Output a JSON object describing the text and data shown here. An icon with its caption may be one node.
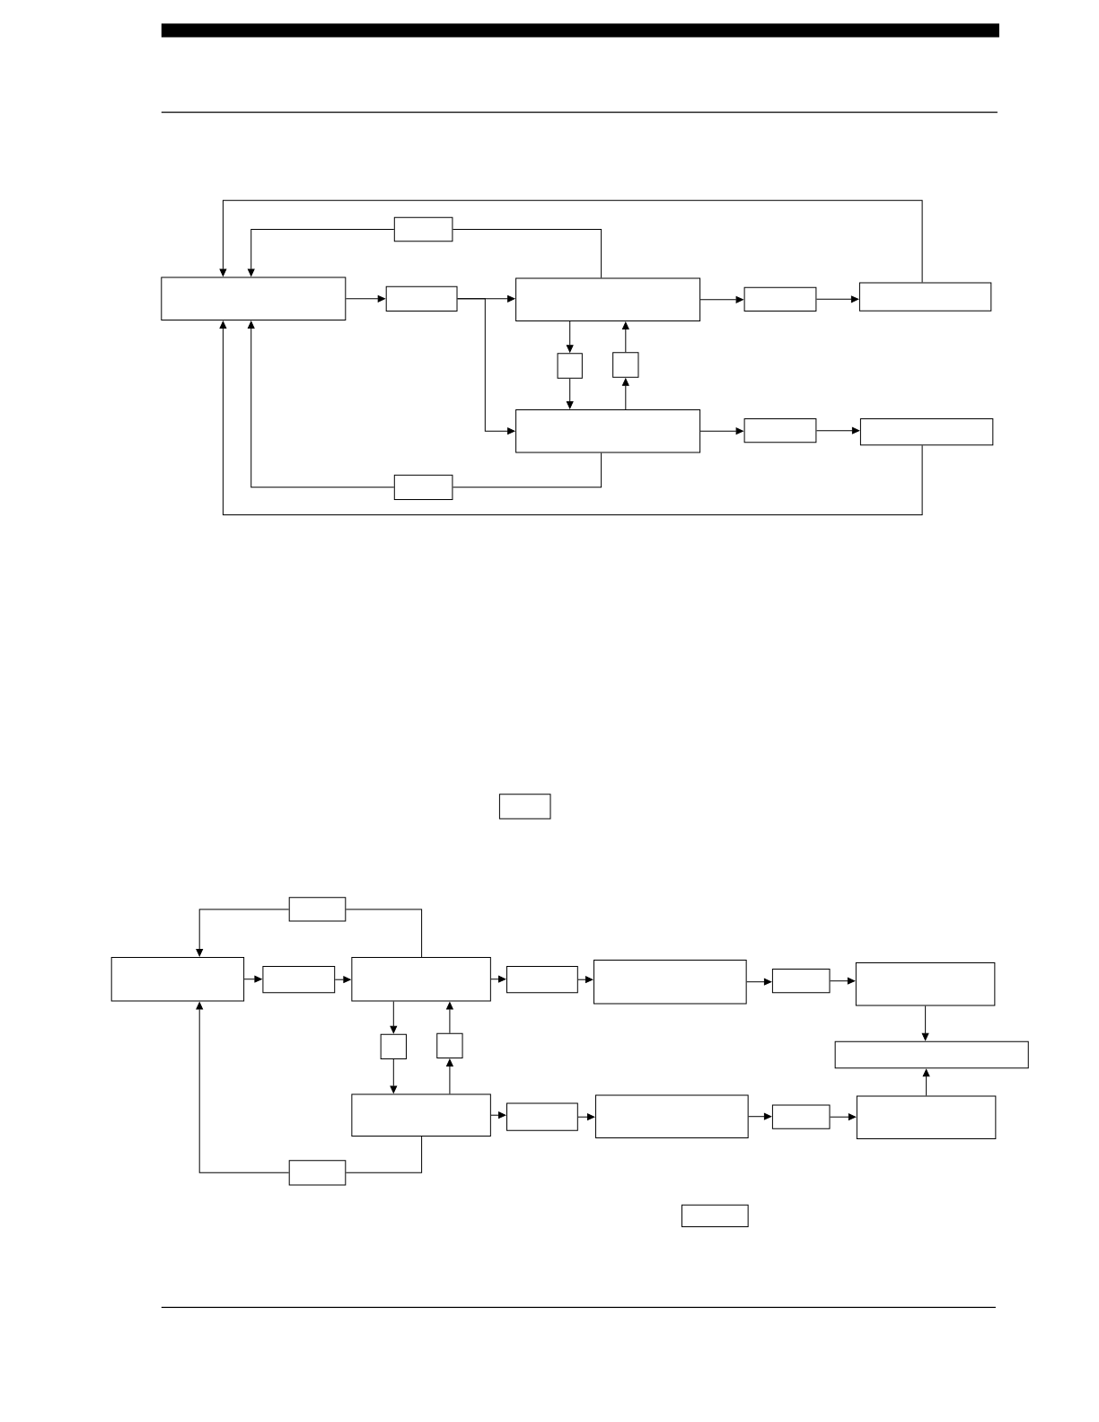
{
  "diagram": {
    "nodes": [
      {
        "text": [],
        "shape": "box"
      },
      {
        "text": [],
        "shape": "box"
      },
      {
        "text": [],
        "shape": "box"
      },
      {
        "text": [],
        "shape": "box"
      },
      {
        "text": [],
        "shape": "box"
      },
      {
        "text": [],
        "shape": "box"
      },
      {
        "text": [],
        "shape": "box"
      },
      {
        "text": [],
        "shape": "box"
      },
      {
        "text": [],
        "shape": "box"
      },
      {
        "text": [],
        "shape": "box"
      },
      {
        "text": [],
        "shape": "box"
      },
      {
        "text": [],
        "shape": "box"
      },
      {
        "text": [],
        "shape": "box"
      },
      {
        "text": [],
        "shape": "box"
      },
      {
        "text": [],
        "shape": "box"
      },
      {
        "text": [],
        "shape": "box"
      },
      {
        "text": [],
        "shape": "box"
      },
      {
        "text": [],
        "shape": "box"
      },
      {
        "text": [],
        "shape": "box"
      },
      {
        "text": [],
        "shape": "box"
      },
      {
        "text": [],
        "shape": "box"
      },
      {
        "text": [],
        "shape": "box"
      },
      {
        "text": [],
        "shape": "box"
      },
      {
        "text": [],
        "shape": "box"
      },
      {
        "text": [],
        "shape": "box"
      },
      {
        "text": [],
        "shape": "box"
      },
      {
        "text": [],
        "shape": "box"
      },
      {
        "text": [],
        "shape": "box"
      },
      {
        "text": [],
        "shape": "box"
      },
      {
        "text": [],
        "shape": "box"
      },
      {
        "text": [],
        "shape": "box"
      }
    ],
    "edges": [
      {
        "from": 0,
        "to": 1,
        "arrow": "to"
      },
      {
        "from": 1,
        "to": 2,
        "arrow": "to"
      },
      {
        "from": 1,
        "to": 8,
        "arrow": "to"
      },
      {
        "from": 2,
        "to": 3,
        "arrow": "to"
      },
      {
        "from": 3,
        "to": 4,
        "arrow": "to"
      },
      {
        "from": 8,
        "to": 9,
        "arrow": "to"
      },
      {
        "from": 9,
        "to": 10,
        "arrow": "to"
      },
      {
        "from": 2,
        "to": 6,
        "arrow": "to"
      },
      {
        "from": 6,
        "to": 8,
        "arrow": "to"
      },
      {
        "from": 8,
        "to": 7,
        "arrow": "to"
      },
      {
        "from": 7,
        "to": 2,
        "arrow": "to"
      },
      {
        "from": 2,
        "to": 5,
        "arrow": "none"
      },
      {
        "from": 5,
        "to": 0,
        "arrow": "to"
      },
      {
        "from": 4,
        "to": 0,
        "arrow": "to"
      },
      {
        "from": 8,
        "to": 11,
        "arrow": "none"
      },
      {
        "from": 11,
        "to": 0,
        "arrow": "to"
      },
      {
        "from": 10,
        "to": 0,
        "arrow": "to"
      },
      {
        "from": 13,
        "to": 14,
        "arrow": "to"
      },
      {
        "from": 14,
        "to": 15,
        "arrow": "to"
      },
      {
        "from": 15,
        "to": 16,
        "arrow": "to"
      },
      {
        "from": 16,
        "to": 17,
        "arrow": "to"
      },
      {
        "from": 17,
        "to": 18,
        "arrow": "to"
      },
      {
        "from": 18,
        "to": 19,
        "arrow": "to"
      },
      {
        "from": 19,
        "to": 23,
        "arrow": "to"
      },
      {
        "from": 24,
        "to": 25,
        "arrow": "to"
      },
      {
        "from": 25,
        "to": 26,
        "arrow": "to"
      },
      {
        "from": 26,
        "to": 27,
        "arrow": "to"
      },
      {
        "from": 27,
        "to": 28,
        "arrow": "to"
      },
      {
        "from": 28,
        "to": 23,
        "arrow": "to"
      },
      {
        "from": 15,
        "to": 21,
        "arrow": "to"
      },
      {
        "from": 21,
        "to": 24,
        "arrow": "to"
      },
      {
        "from": 24,
        "to": 22,
        "arrow": "to"
      },
      {
        "from": 22,
        "to": 15,
        "arrow": "to"
      },
      {
        "from": 15,
        "to": 20,
        "arrow": "none"
      },
      {
        "from": 20,
        "to": 13,
        "arrow": "to"
      },
      {
        "from": 24,
        "to": 29,
        "arrow": "none"
      },
      {
        "from": 29,
        "to": 13,
        "arrow": "to"
      }
    ]
  }
}
